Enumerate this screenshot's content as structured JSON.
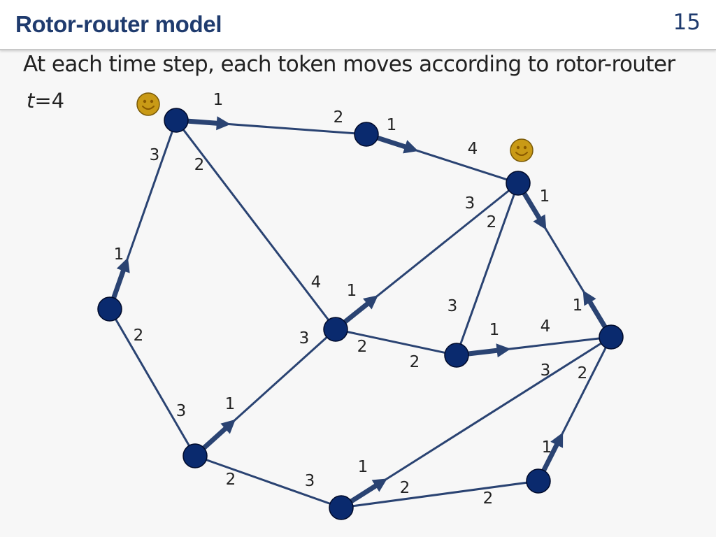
{
  "header": {
    "title": "Rotor-router model",
    "page_number": "15"
  },
  "subtitle": "At each time step, each token moves according to rotor-router",
  "time_label": {
    "variable": "t",
    "value": "=4"
  },
  "colors": {
    "title": "#1f3b6e",
    "edge": "#2a4372",
    "node": "#0a2a6e",
    "token": "#c99a16",
    "token_face": "#8a5a00"
  },
  "diagram": {
    "nodes": [
      "A",
      "B",
      "C",
      "D",
      "E",
      "F",
      "G",
      "H",
      "I",
      "J"
    ],
    "edges": [
      [
        "A",
        "B"
      ],
      [
        "A",
        "D"
      ],
      [
        "A",
        "E"
      ],
      [
        "B",
        "C"
      ],
      [
        "C",
        "F"
      ],
      [
        "C",
        "E"
      ],
      [
        "C",
        "G"
      ],
      [
        "D",
        "H"
      ],
      [
        "E",
        "H"
      ],
      [
        "E",
        "G"
      ],
      [
        "G",
        "F"
      ],
      [
        "F",
        "I"
      ],
      [
        "H",
        "J"
      ],
      [
        "J",
        "F"
      ],
      [
        "J",
        "I"
      ]
    ],
    "rotors": [
      [
        "A",
        "B"
      ],
      [
        "B",
        "C"
      ],
      [
        "C",
        "F"
      ],
      [
        "D",
        "A"
      ],
      [
        "E",
        "C"
      ],
      [
        "G",
        "F"
      ],
      [
        "F",
        "C"
      ],
      [
        "H",
        "E"
      ],
      [
        "J",
        "F"
      ],
      [
        "I",
        "F"
      ]
    ],
    "tokens": [
      {
        "node": "A",
        "icon": "smiley-icon"
      },
      {
        "node": "C",
        "icon": "smiley-icon"
      }
    ],
    "port_labels": [
      {
        "node": "A",
        "toward": "B",
        "text": "1"
      },
      {
        "node": "B",
        "toward": "A",
        "text": "2"
      },
      {
        "node": "B",
        "toward": "C",
        "text": "1"
      },
      {
        "node": "C",
        "toward": "B",
        "text": "4"
      },
      {
        "node": "A",
        "toward": "D",
        "text": "3"
      },
      {
        "node": "A",
        "toward": "E",
        "text": "2"
      },
      {
        "node": "C",
        "toward": "F",
        "text": "1"
      },
      {
        "node": "C",
        "toward": "E",
        "text": "3"
      },
      {
        "node": "C",
        "toward": "G",
        "text": "2"
      },
      {
        "node": "D",
        "toward": "A",
        "text": "1"
      },
      {
        "node": "D",
        "toward": "H",
        "text": "2"
      },
      {
        "node": "E",
        "toward": "A",
        "text": "4"
      },
      {
        "node": "E",
        "toward": "C",
        "text": "1"
      },
      {
        "node": "G",
        "toward": "C",
        "text": "3"
      },
      {
        "node": "F",
        "toward": "C",
        "text": "1"
      },
      {
        "node": "G",
        "toward": "F",
        "text": "1"
      },
      {
        "node": "F",
        "toward": "G",
        "text": "4"
      },
      {
        "node": "E",
        "toward": "H",
        "text": "3"
      },
      {
        "node": "E",
        "toward": "G",
        "text": "2"
      },
      {
        "node": "G",
        "toward": "E",
        "text": "2"
      },
      {
        "node": "F",
        "toward": "J",
        "text": "3"
      },
      {
        "node": "F",
        "toward": "I",
        "text": "2"
      },
      {
        "node": "H",
        "toward": "D",
        "text": "3"
      },
      {
        "node": "H",
        "toward": "E",
        "text": "1"
      },
      {
        "node": "H",
        "toward": "J",
        "text": "2"
      },
      {
        "node": "J",
        "toward": "H",
        "text": "3"
      },
      {
        "node": "J",
        "toward": "F",
        "text": "1"
      },
      {
        "node": "J",
        "toward": "I",
        "text": "2"
      },
      {
        "node": "I",
        "toward": "F",
        "text": "1"
      },
      {
        "node": "I",
        "toward": "J",
        "text": "2"
      }
    ]
  }
}
